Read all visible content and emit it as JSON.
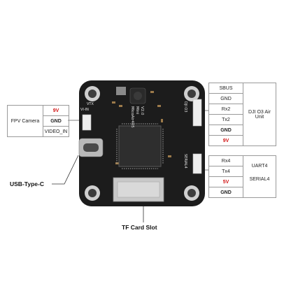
{
  "camera": {
    "device": "FPV Camera",
    "pins": [
      {
        "label": "9V",
        "color": "#d21818",
        "bold": true
      },
      {
        "label": "GND",
        "color": "#222222",
        "bold": true
      },
      {
        "label": "VIDEO_IN",
        "color": "#222222",
        "bold": false
      }
    ]
  },
  "air_unit": {
    "device": "DJI O3 Air Unit",
    "pins": [
      {
        "label": "SBUS",
        "color": "#222222",
        "bold": false
      },
      {
        "label": "GND",
        "color": "#222222",
        "bold": false
      },
      {
        "label": "Rx2",
        "color": "#222222",
        "bold": false
      },
      {
        "label": "Tx2",
        "color": "#222222",
        "bold": false
      },
      {
        "label": "GND",
        "color": "#222222",
        "bold": true
      },
      {
        "label": "9V",
        "color": "#d21818",
        "bold": true
      }
    ]
  },
  "uart": {
    "device_line1": "UART4",
    "device_line2": "SERIAL4",
    "pins": [
      {
        "label": "Rx4",
        "color": "#222222",
        "bold": false
      },
      {
        "label": "Tx4",
        "color": "#222222",
        "bold": false
      },
      {
        "label": "5V",
        "color": "#d21818",
        "bold": true
      },
      {
        "label": "GND",
        "color": "#222222",
        "bold": true
      }
    ]
  },
  "callouts": {
    "usb": "USB-Type-C",
    "tf": "TF Card Slot"
  },
  "board": {
    "silk_vtx": "VTX",
    "silk_vin": "VI-IN",
    "silk_brand": "MicoAir405",
    "silk_mini": "Mini",
    "silk_ver": "V2.0",
    "silk_dji": "DJI O3",
    "silk_serial": "SERIAL4"
  },
  "colors": {
    "board": "#1c1c1c",
    "pad": "#cfcfcf",
    "mcu": "#2e2e2e",
    "connector": "#eeeeee",
    "accent_red": "#d21818"
  }
}
